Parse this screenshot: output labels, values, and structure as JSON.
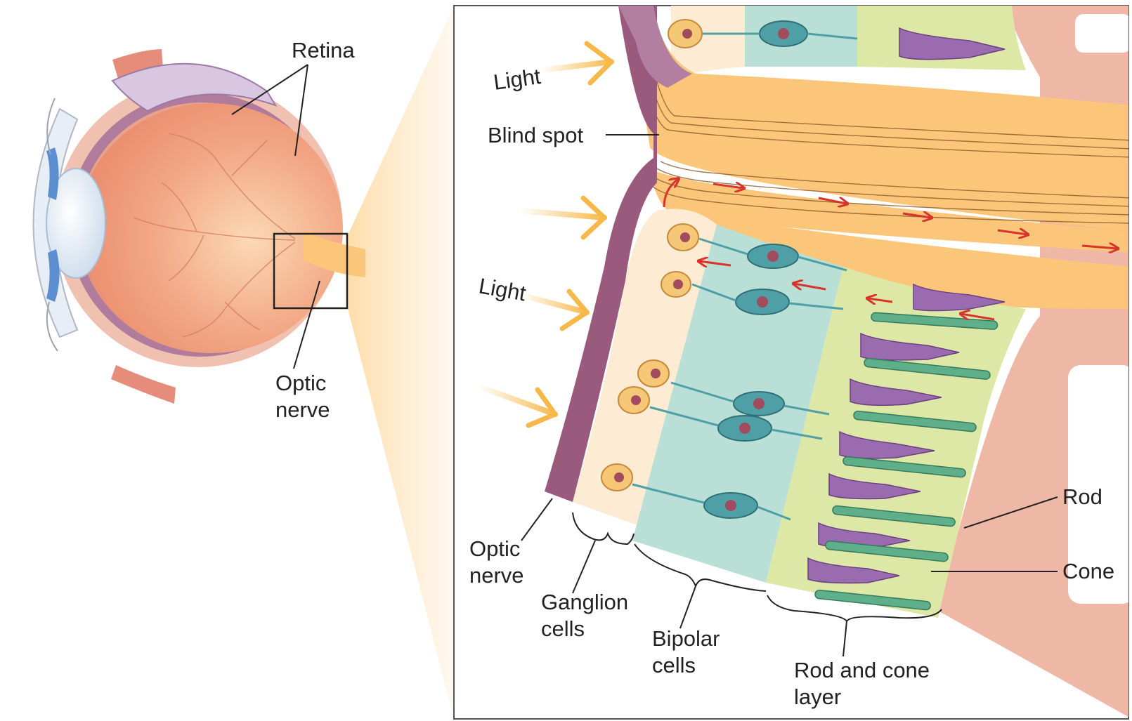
{
  "labels": {
    "retina": "Retina",
    "optic_nerve_eye": [
      "Optic",
      "nerve"
    ],
    "light_top": "Light",
    "blind_spot": "Blind spot",
    "light_mid": "Light",
    "optic_nerve_detail": [
      "Optic",
      "nerve"
    ],
    "ganglion_cells": [
      "Ganglion",
      "cells"
    ],
    "bipolar_cells": [
      "Bipolar",
      "cells"
    ],
    "rod_cone_layer": [
      "Rod and cone",
      "layer"
    ],
    "rod": "Rod",
    "cone": "Cone"
  },
  "colors": {
    "light_arrow": "#f7b84a",
    "signal_arrow": "#d8342c",
    "optic_nerve_layer": "#9a5a7e",
    "ganglion_zone": "#fdebd3",
    "ganglion_cell": "#f6c777",
    "bipolar_zone": "#b9dfd6",
    "bipolar_cell": "#4e9fa6",
    "photoreceptor_zone": "#dde8a6",
    "rod": "#5fb08a",
    "cone": "#9b6bb0",
    "sclera": "#eeb5a3",
    "nerve_bundle": "#fbc57a"
  }
}
